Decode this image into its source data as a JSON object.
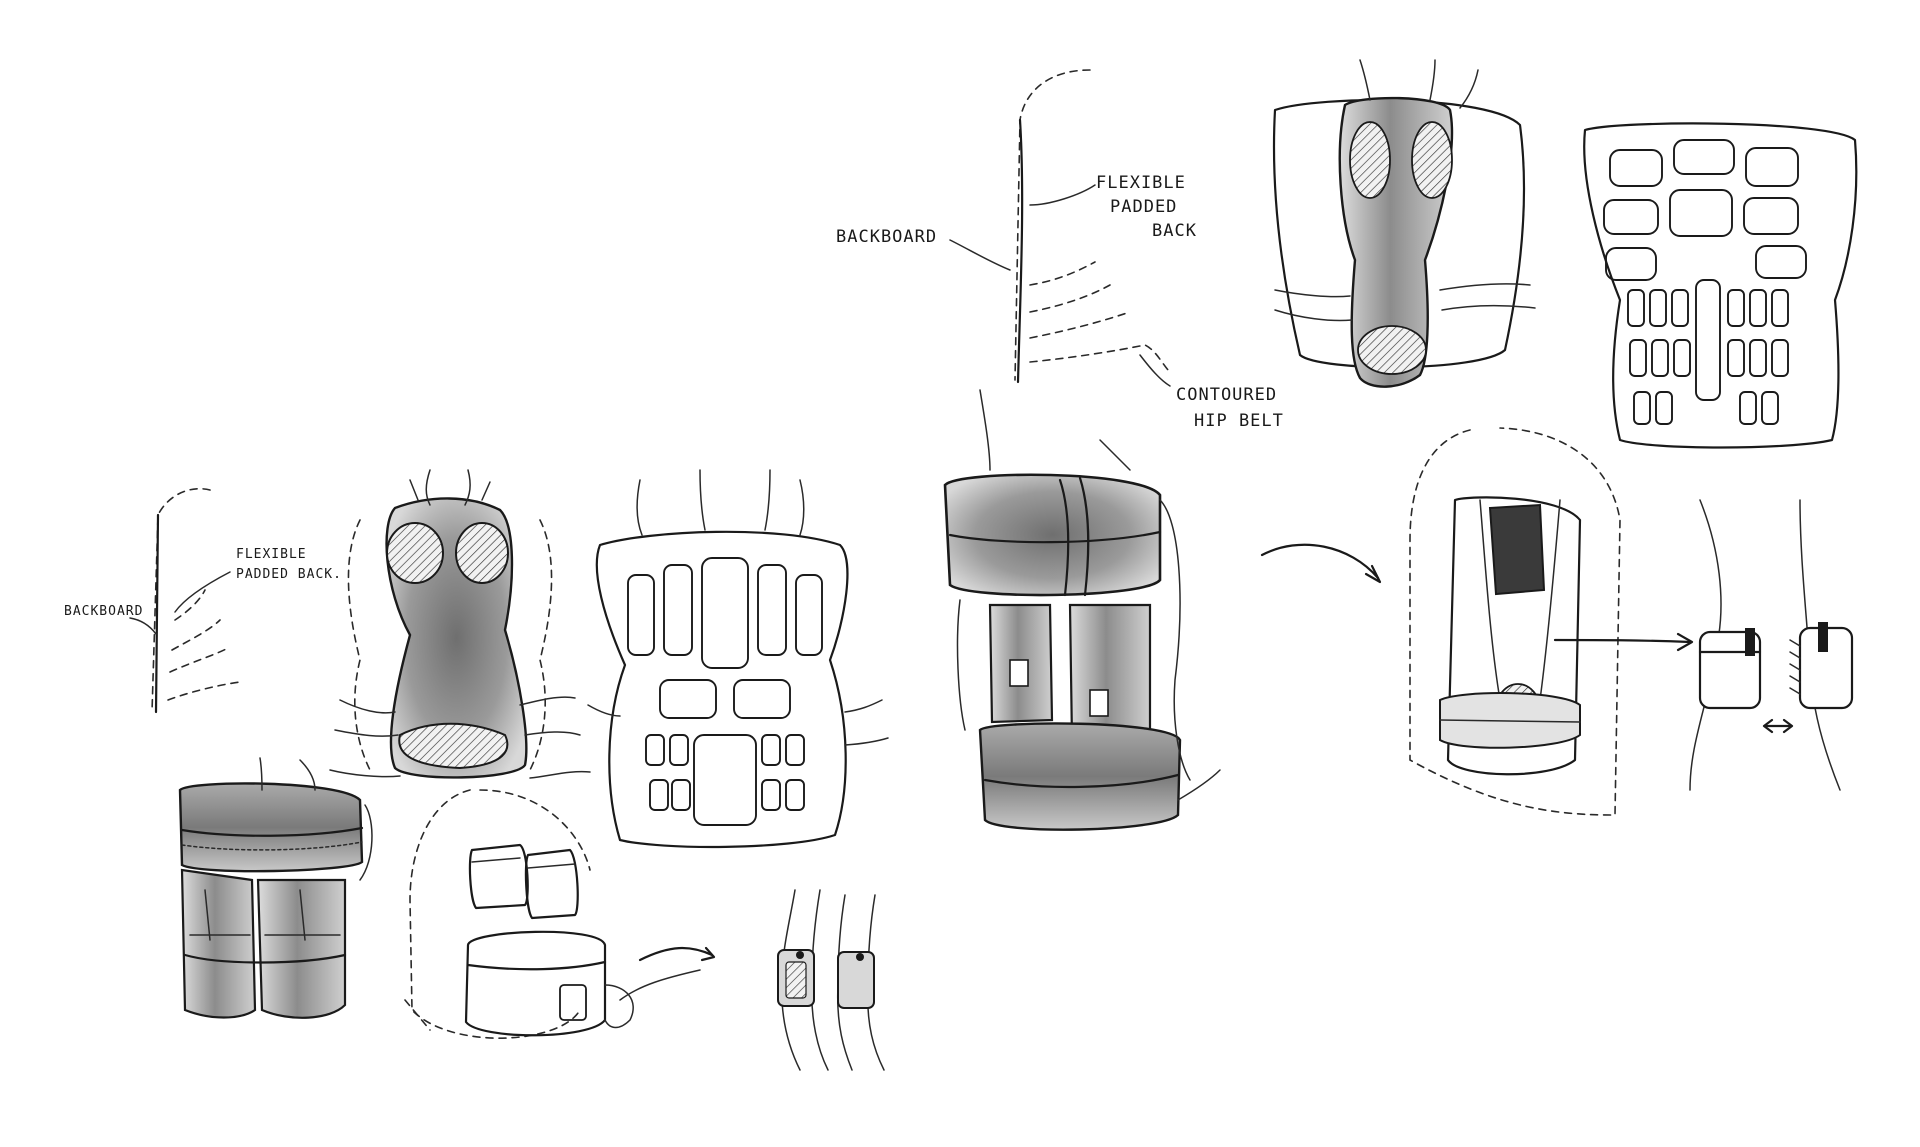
{
  "sketch_left": {
    "label_backboard": "BACKBOARD",
    "label_flexible_line1": "FLEXIBLE",
    "label_flexible_line2": "PADDED BACK."
  },
  "sketch_right": {
    "label_backboard": "BACKBOARD",
    "label_flexible_line1": "FLEXIBLE",
    "label_flexible_line2": "PADDED",
    "label_flexible_line3": "BACK",
    "label_hip_line1": "CONTOURED",
    "label_hip_line2": "HIP BELT"
  },
  "colors": {
    "ink": "#1a1a1a",
    "shade": "#8a8a8a",
    "paper": "#ffffff"
  }
}
